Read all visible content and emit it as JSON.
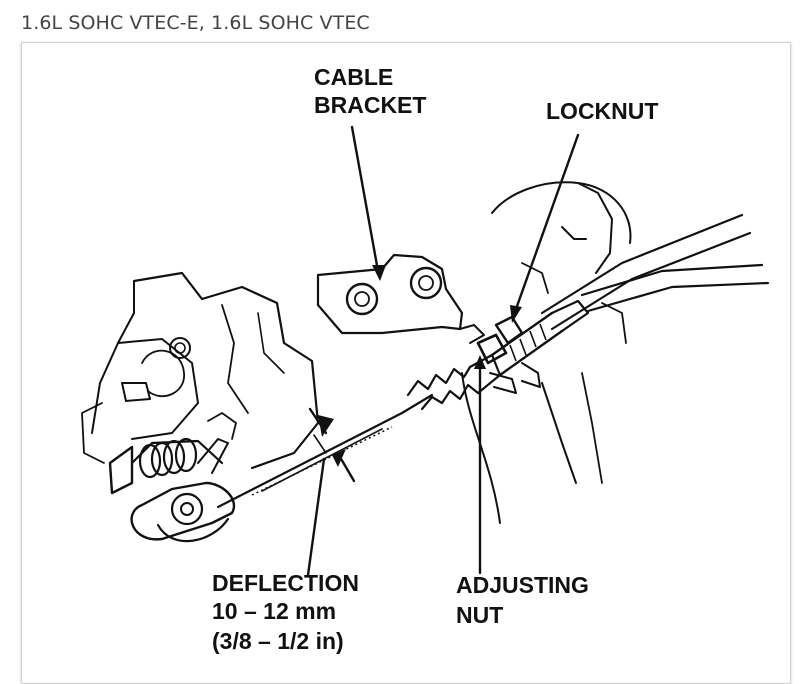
{
  "caption": "1.6L SOHC VTEC-E, 1.6L SOHC VTEC",
  "labels": {
    "cable_bracket_line1": "CABLE",
    "cable_bracket_line2": "BRACKET",
    "locknut": "LOCKNUT",
    "deflection_line1": "DEFLECTION",
    "deflection_line2": "10 – 12 mm",
    "deflection_line3": "(3/8 – 1/2 in)",
    "adjusting_line1": "ADJUSTING",
    "adjusting_line2": "NUT"
  },
  "icons": [
    "cable-bracket",
    "locknut",
    "adjusting-nut",
    "clutch-release-lever",
    "clutch-cable",
    "transmission-housing"
  ]
}
